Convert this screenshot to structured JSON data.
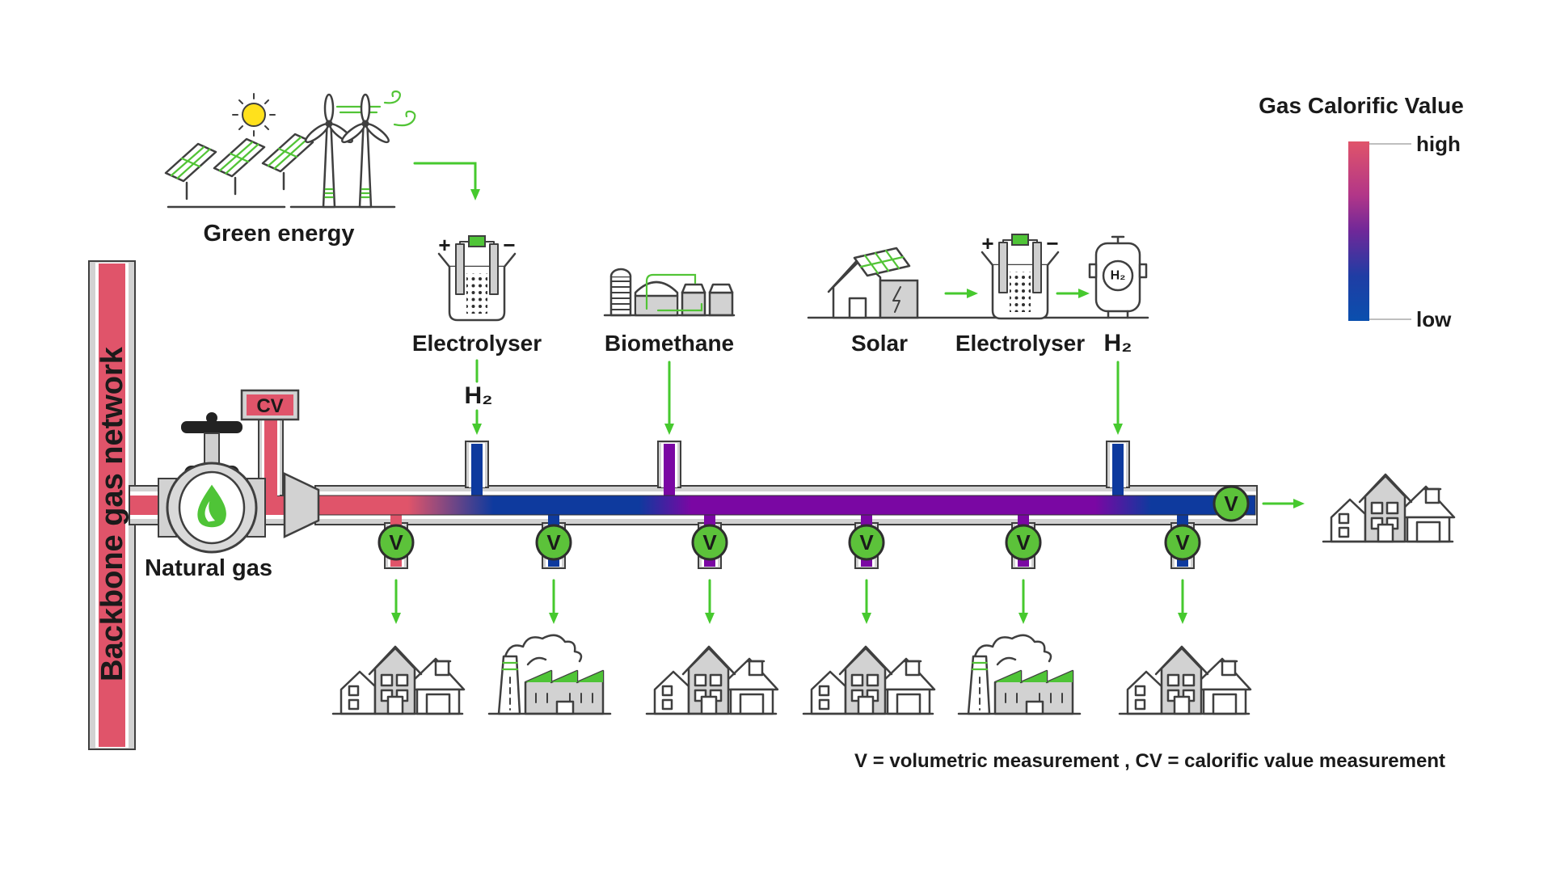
{
  "legend": {
    "title": "Gas Calorific Value",
    "high_label": "high",
    "low_label": "low",
    "color_high": "#e0546a",
    "color_mid": "#7a07a3",
    "color_low": "#0a4fae"
  },
  "green_energy": {
    "label": "Green energy"
  },
  "electrolyser_left": {
    "label": "Electrolyser",
    "plus": "+",
    "minus": "−",
    "output": "H₂"
  },
  "biomethane": {
    "label": "Biomethane"
  },
  "solar_chain": {
    "solar_label": "Solar",
    "electrolyser_label": "Electrolyser",
    "h2_label": "H₂",
    "tank_text": "H₂"
  },
  "backbone": {
    "label": "Backbone gas network"
  },
  "natural_gas": {
    "label": "Natural gas"
  },
  "meters": {
    "v": "V",
    "cv": "CV"
  },
  "caption": "V = volumetric measurement , CV = calorific value measurement",
  "colors": {
    "pipe_red": "#e0546a",
    "pipe_blue": "#0e3a9e",
    "pipe_purple": "#7a07a3",
    "arrow_green": "#46c92e",
    "meter_green": "#5cc23a",
    "casing_gray": "#d2d2d2"
  }
}
